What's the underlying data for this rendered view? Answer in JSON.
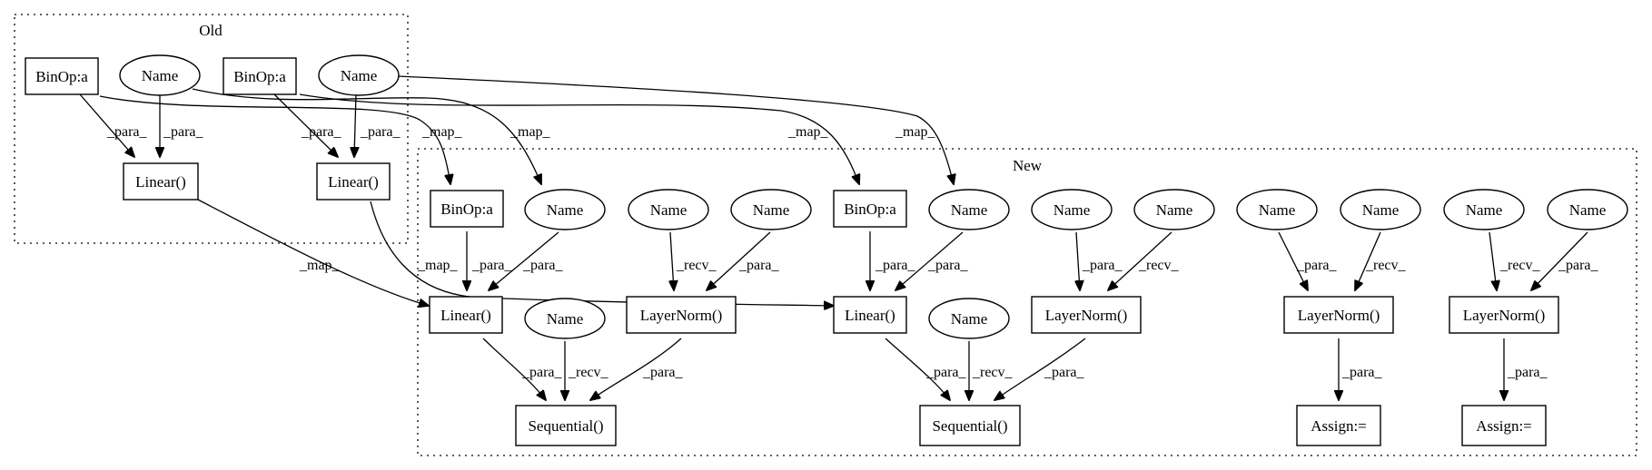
{
  "clusters": {
    "old": "Old",
    "new": "New"
  },
  "nodes": {
    "old_binop1": "BinOp:a",
    "old_name1": "Name",
    "old_binop2": "BinOp:a",
    "old_name2": "Name",
    "old_linear1": "Linear()",
    "old_linear2": "Linear()",
    "new_binop1": "BinOp:a",
    "new_name1": "Name",
    "new_name_recv1": "Name",
    "new_name_para1": "Name",
    "new_binop2": "BinOp:a",
    "new_name2": "Name",
    "new_name_para2": "Name",
    "new_name_recv2": "Name",
    "new_name_para3": "Name",
    "new_name_recv3": "Name",
    "new_name_recv4": "Name",
    "new_name_para4": "Name",
    "new_linear1": "Linear()",
    "new_name_seq1": "Name",
    "new_layernorm1": "LayerNorm()",
    "new_linear2": "Linear()",
    "new_name_seq2": "Name",
    "new_layernorm2": "LayerNorm()",
    "new_layernorm3": "LayerNorm()",
    "new_layernorm4": "LayerNorm()",
    "new_sequential1": "Sequential()",
    "new_sequential2": "Sequential()",
    "new_assign1": "Assign:=",
    "new_assign2": "Assign:="
  },
  "edges": {
    "para": "_para_",
    "recv": "_recv_",
    "map": "_map_"
  }
}
